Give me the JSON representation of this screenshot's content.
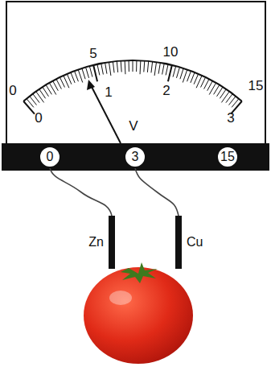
{
  "diagram": {
    "nodes": [
      {
        "text": [
          "0"
        ]
      },
      {
        "text": [
          "3"
        ]
      },
      {
        "text": [
          "15"
        ]
      },
      {
        "text": [
          "Zn"
        ]
      },
      {
        "text": [
          "Cu"
        ]
      }
    ],
    "edges": [
      {
        "from": 0,
        "to": 3,
        "arrow": "none"
      },
      {
        "from": 1,
        "to": 4,
        "arrow": "none"
      }
    ],
    "labels": [
      "0",
      "5",
      "10",
      "15",
      "0",
      "1",
      "2",
      "3",
      "V"
    ]
  }
}
